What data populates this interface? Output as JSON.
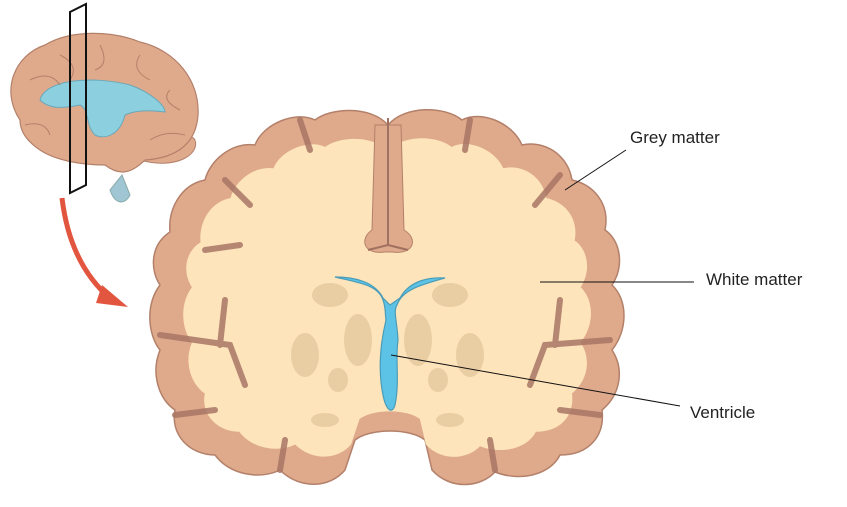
{
  "labels": {
    "grey_matter": "Grey matter",
    "white_matter": "White matter",
    "ventricle": "Ventricle"
  },
  "colors": {
    "grey_matter": "#dfa98b",
    "white_matter": "#fde4ba",
    "ventricle": "#5cc3e6",
    "nuclei": "#e9cda3",
    "outline": "#b3806a",
    "arrow": "#e2553f"
  }
}
